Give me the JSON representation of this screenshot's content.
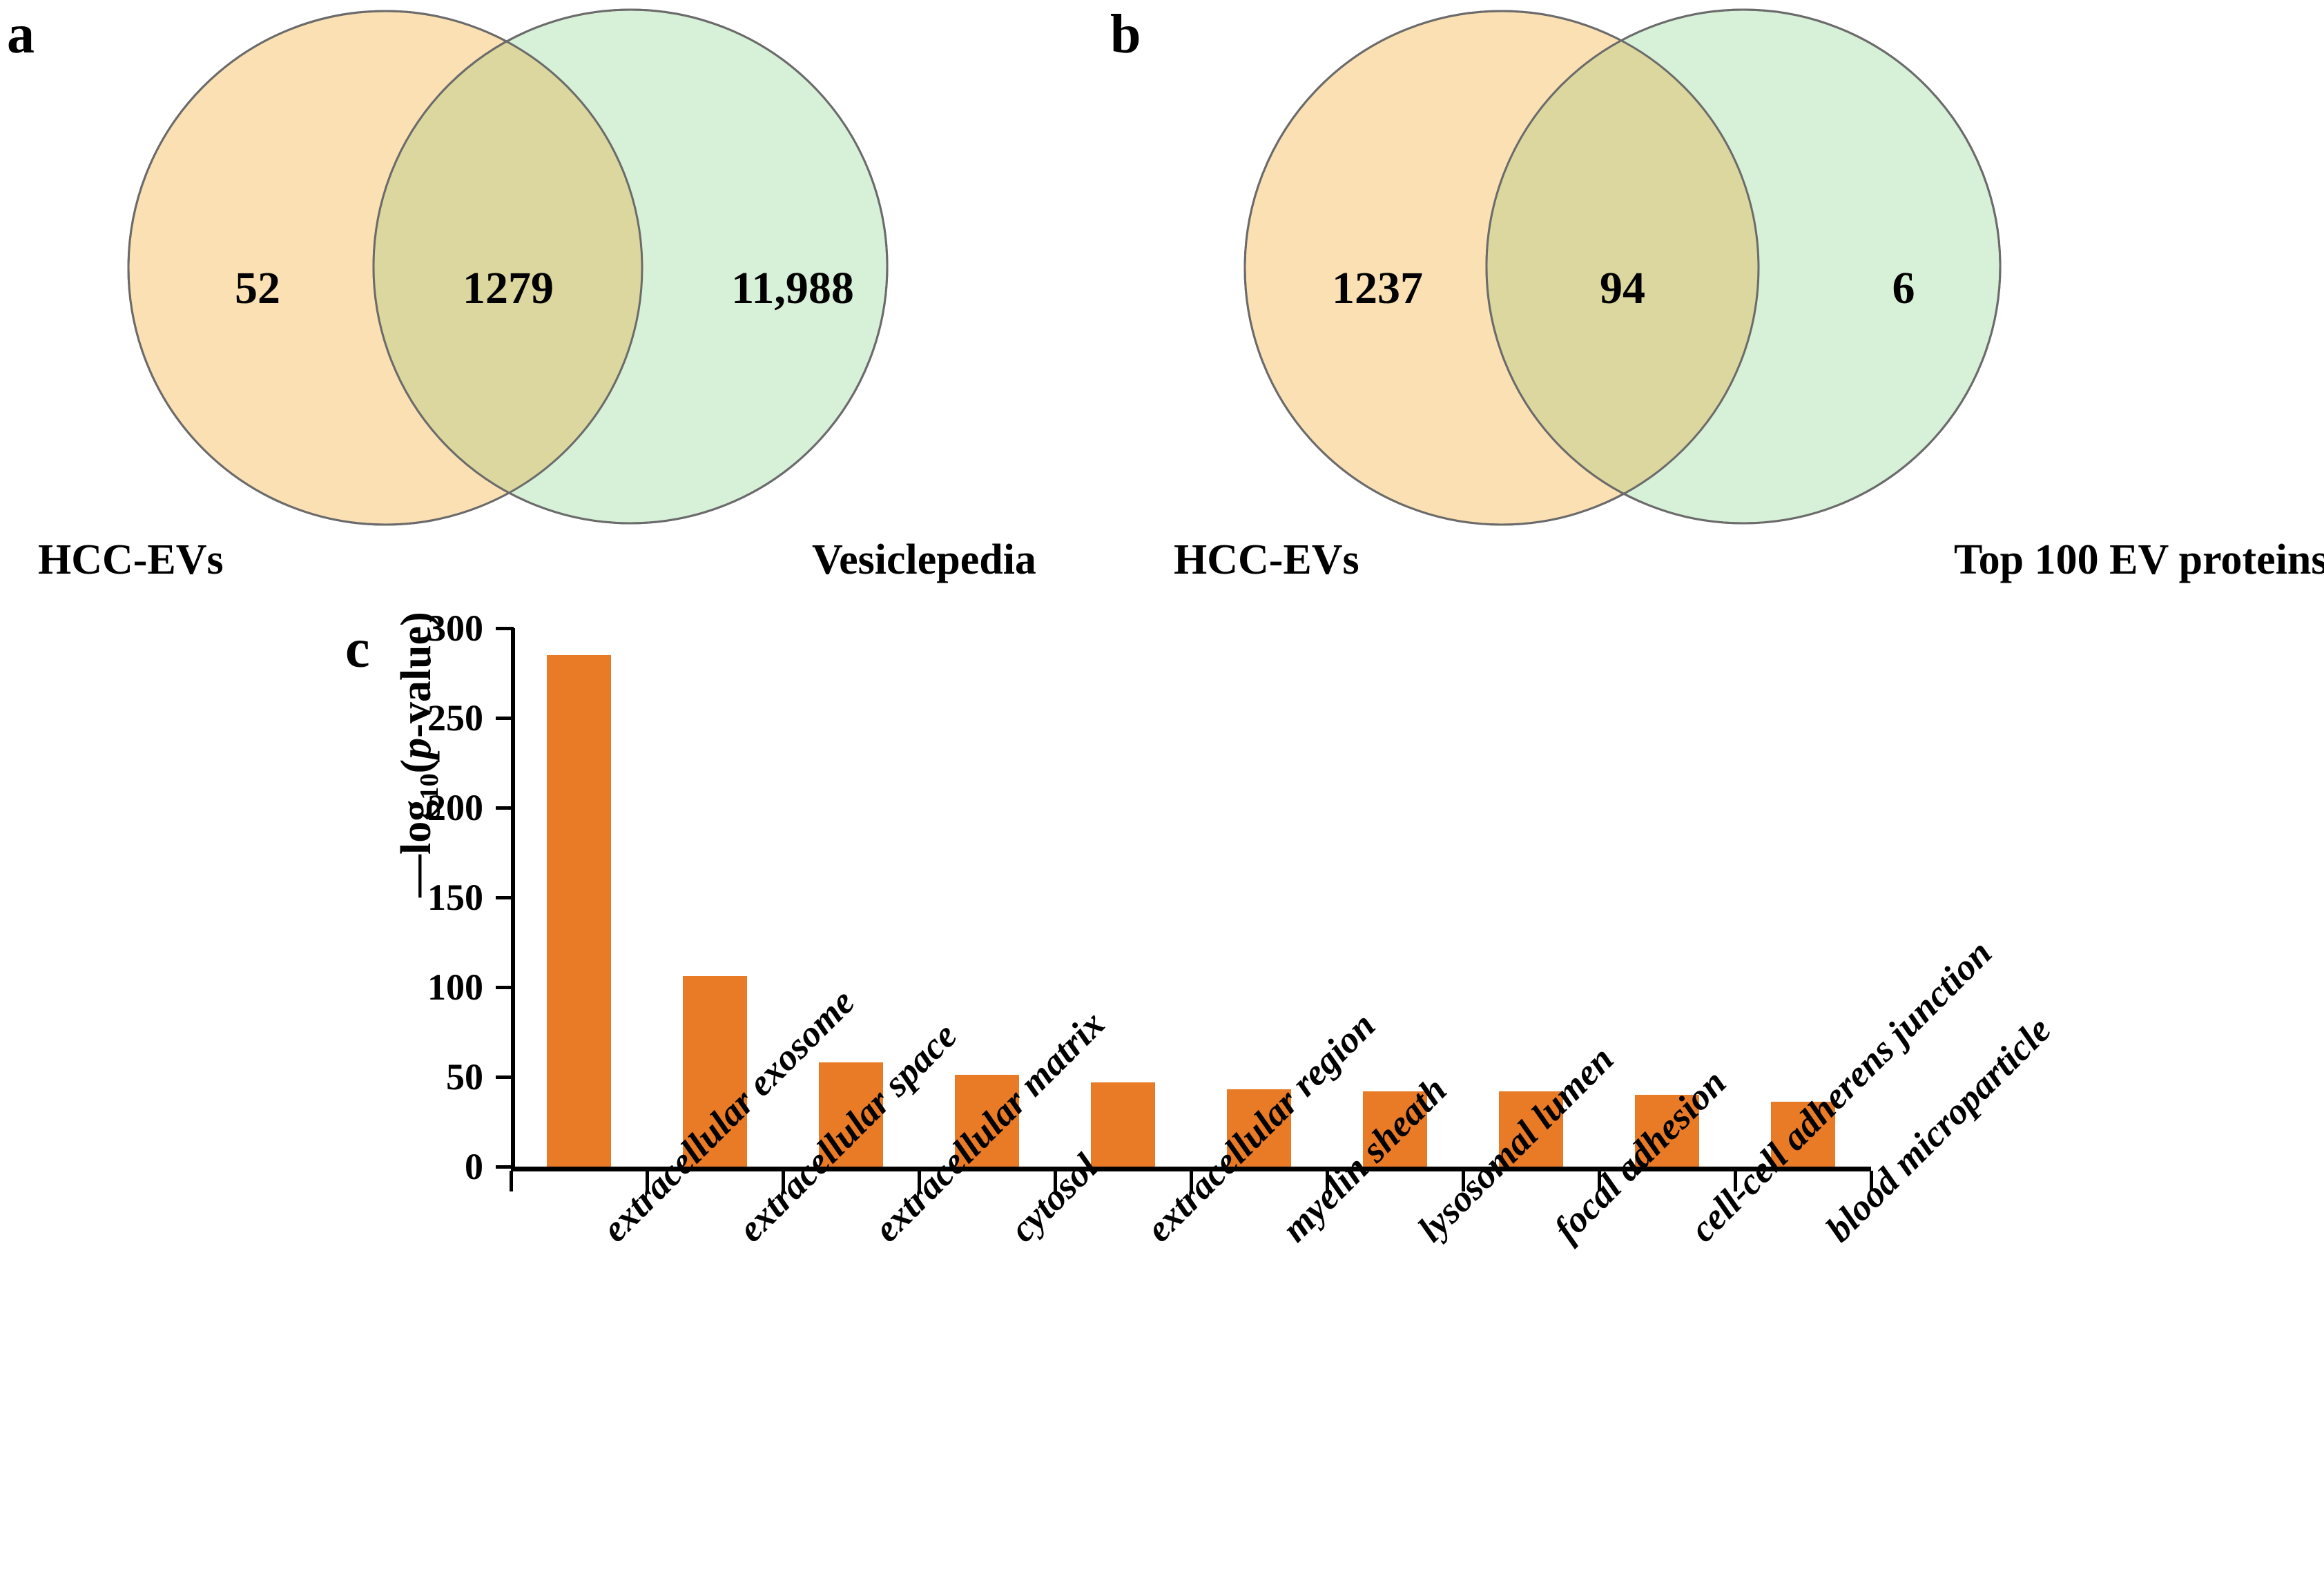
{
  "figure": {
    "panels": [
      "a",
      "b",
      "c"
    ]
  },
  "panel_a": {
    "letter": "a",
    "left_label": "HCC-EVs",
    "right_label": "Vesiclepedia",
    "left_only": "52",
    "intersection": "1279",
    "right_only": "11,988",
    "left_color": "#FBE0B4",
    "right_color": "#D7F0D8",
    "overlap_color": "#DCD79E",
    "stroke_color": "#6b6b6b"
  },
  "panel_b": {
    "letter": "b",
    "left_label": "HCC-EVs",
    "right_label": "Top 100 EV proteins",
    "left_only": "1237",
    "intersection": "94",
    "right_only": "6",
    "left_color": "#FBE0B4",
    "right_color": "#D7F0D8",
    "overlap_color": "#DCD79E",
    "stroke_color": "#6b6b6b"
  },
  "panel_c": {
    "letter": "c",
    "bar_color": "#E97B26"
  },
  "chart_data": {
    "type": "bar",
    "title": "",
    "xlabel": "",
    "ylabel": "—log10(p-value)",
    "ylabel_parts": {
      "prefix": "—log",
      "sub": "10",
      "open": "(",
      "italic": "p",
      "suffix": "-value)"
    },
    "ylim": [
      0,
      300
    ],
    "yticks": [
      0,
      50,
      100,
      150,
      200,
      250,
      300
    ],
    "ytick_labels": [
      "0",
      "50",
      "100",
      "150",
      "200",
      "250",
      "300"
    ],
    "grid": false,
    "legend": "none",
    "categories": [
      "extracellular exosome",
      "extracellular space",
      "extracellular matrix",
      "cytosol",
      "extracellular region",
      "myelin sheath",
      "lysosomal lumen",
      "focal adhesion",
      "cell-cell adherens junction",
      "blood microparticle"
    ],
    "values": [
      285,
      106,
      58,
      51,
      47,
      43,
      42,
      42,
      40,
      36
    ]
  }
}
